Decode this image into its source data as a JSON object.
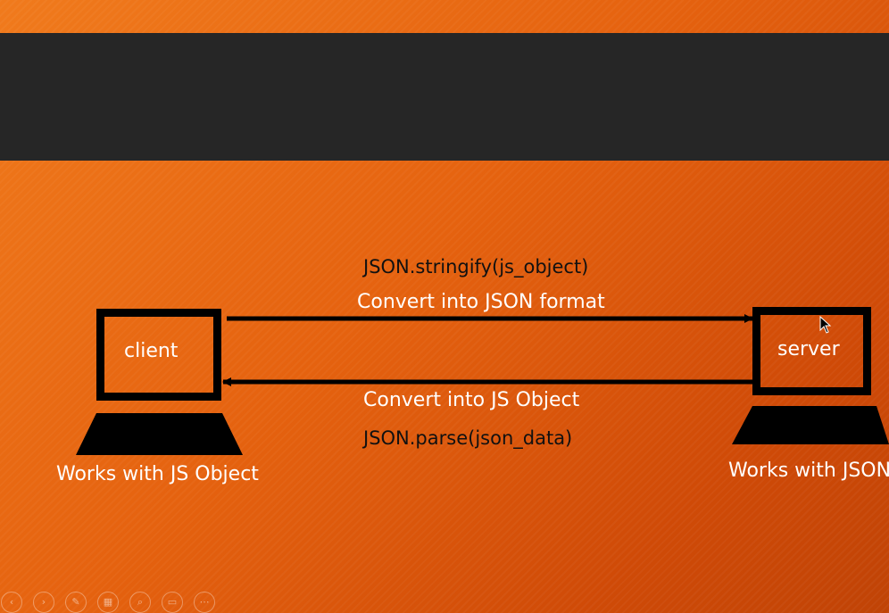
{
  "diagram": {
    "arrow_top_label_1": "JSON.stringify(js_object)",
    "arrow_top_label_2": "Convert into JSON format",
    "arrow_bottom_label_1": "Convert into JS Object",
    "arrow_bottom_label_2": "JSON.parse(json_data)",
    "client_label": "client",
    "client_caption": "Works with JS Object",
    "server_label": "server",
    "server_caption": "Works with JSON"
  },
  "slideshow_controls": [
    {
      "name": "previous-slide-icon",
      "glyph": "‹"
    },
    {
      "name": "next-slide-icon",
      "glyph": "›"
    },
    {
      "name": "pen-icon",
      "glyph": "✎"
    },
    {
      "name": "see-all-slides-icon",
      "glyph": "▦"
    },
    {
      "name": "zoom-icon",
      "glyph": "⌕"
    },
    {
      "name": "subtitles-icon",
      "glyph": "▭"
    },
    {
      "name": "more-options-icon",
      "glyph": "⋯"
    }
  ],
  "colors": {
    "background_start": "#f07a1c",
    "background_end": "#c04306",
    "title_band": "#262626",
    "shapes": "#000000"
  }
}
